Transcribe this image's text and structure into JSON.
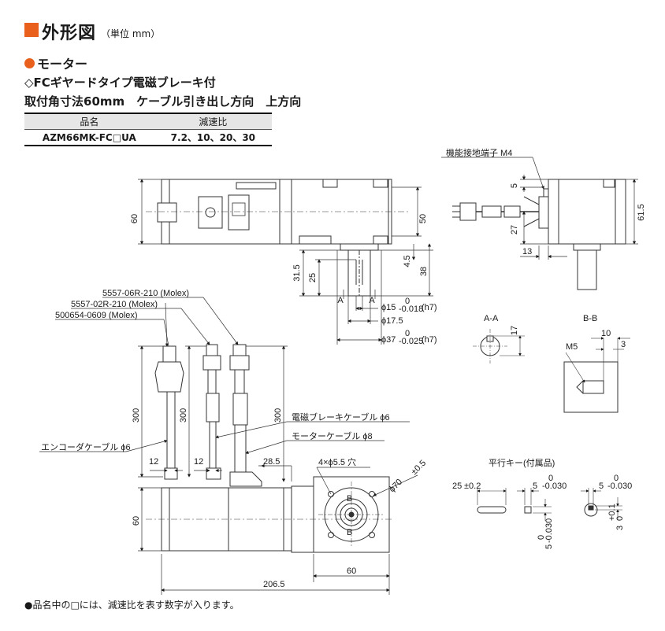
{
  "header": {
    "title": "外形図",
    "unit": "（単位 mm）",
    "accent_color": "#e8601c"
  },
  "section": {
    "title": "モーター",
    "dot_color": "#e8601c"
  },
  "subtitle_line1": "◇FCギヤードタイプ電磁ブレーキ付",
  "subtitle_line2": "取付角寸法60mm　ケーブル引き出し方向　上方向",
  "spec_table": {
    "columns": [
      "品名",
      "減速比"
    ],
    "rows": [
      [
        "AZM66MK-FC□UA",
        "7.2、10、20、30"
      ]
    ]
  },
  "labels": {
    "ground_terminal": "機能接地端子 M4",
    "conn1": "5557-06R-210 (Molex)",
    "conn2": "5557-02R-210 (Molex)",
    "conn3": "500654-0609 (Molex)",
    "brake_cable": "電磁ブレーキケーブル ϕ6",
    "motor_cable": "モーターケーブル ϕ8",
    "encoder_cable": "エンコーダケーブル ϕ6",
    "holes": "4×ϕ5.5 穴",
    "key_title": "平行キー(付属品)",
    "section_aa": "A-A",
    "section_bb": "B-B",
    "m5": "M5",
    "a": "A",
    "b": "B"
  },
  "dimensions": {
    "d60_left": "60",
    "d50": "50",
    "d61_5": "61.5",
    "d5_top": "5",
    "d27": "27",
    "d13": "13",
    "d31_5": "31.5",
    "d25": "25",
    "d4_5": "4.5",
    "d38": "38",
    "phi15": "ϕ15",
    "phi15_tol": "-0.018",
    "phi15_fit": "(h7)",
    "phi17_5": "ϕ17.5",
    "phi37": "ϕ37",
    "phi37_tol": "-0.025",
    "phi37_fit": "(h7)",
    "tol_zero": "0",
    "d17": "17",
    "d10": "10",
    "d3": "3",
    "d300_a": "300",
    "d300_b": "300",
    "d300_c": "300",
    "d12_a": "12",
    "d12_b": "12",
    "d28_5": "28.5",
    "phi70": "ϕ70",
    "phi70_tol": "±0.5",
    "d60_bottom_h": "60",
    "d60_bottom_v": "60",
    "d206_5": "206.5",
    "key_len": "25",
    "key_len_tol": "±0.2",
    "key_w1": "5",
    "key_w1_tol": "-0.030",
    "key_h": "5",
    "key_h_tol": "-0.030",
    "key_w2": "5",
    "key_w2_tol": "-0.030",
    "key_d3": "3",
    "key_d3_tol": "+0.1"
  },
  "footnote": "●品名中の□には、減速比を表す数字が入ります。"
}
